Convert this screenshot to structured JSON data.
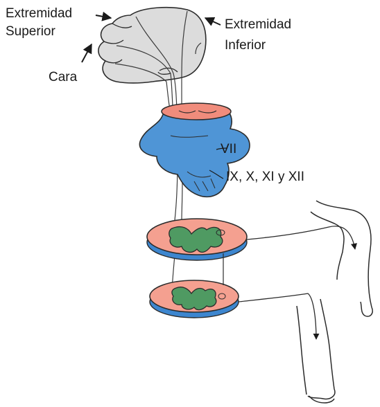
{
  "labels": {
    "upper_limb_1": "Extremidad",
    "upper_limb_2": "Superior",
    "lower_limb_1": "Extremidad",
    "lower_limb_2": "Inferior",
    "face": "Cara",
    "cranial_vii": "VII",
    "cranial_lower": "IX, X, XI y XII"
  },
  "colors": {
    "cortex": "#dcdcdc",
    "brainstem": "#4f95d6",
    "brainstem_section": "#f08c7c",
    "cord_section": "#f4a090",
    "cord_grey_matter": "#4f9a62",
    "cord_rim": "#3d86cf",
    "outline": "#2b2b2b"
  }
}
